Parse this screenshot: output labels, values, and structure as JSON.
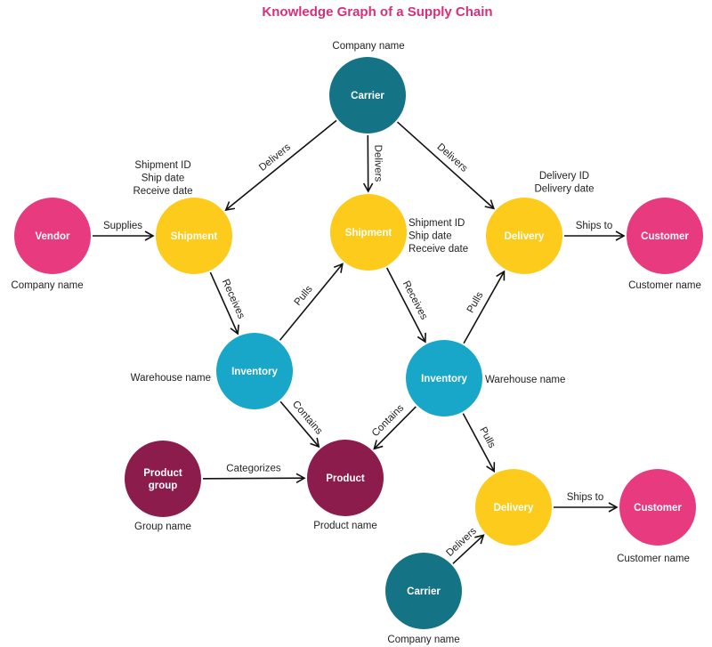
{
  "title": "Knowledge Graph of a Supply Chain",
  "colors": {
    "title": "#d6307a",
    "carrier": "#147385",
    "shipment": "#fdcb1c",
    "delivery": "#fdcb1c",
    "vendor": "#e83a7f",
    "customer": "#e83a7f",
    "inventory": "#19a7c9",
    "product": "#8c1c4c",
    "product_group": "#8c1c4c",
    "edge": "#111111"
  },
  "nodes": [
    {
      "id": "carrier-top",
      "label": [
        "Carrier"
      ],
      "color_key": "carrier"
    },
    {
      "id": "vendor",
      "label": [
        "Vendor"
      ],
      "color_key": "vendor"
    },
    {
      "id": "shipment-left",
      "label": [
        "Shipment"
      ],
      "color_key": "shipment"
    },
    {
      "id": "shipment-mid",
      "label": [
        "Shipment"
      ],
      "color_key": "shipment"
    },
    {
      "id": "delivery-top",
      "label": [
        "Delivery"
      ],
      "color_key": "delivery"
    },
    {
      "id": "customer-top",
      "label": [
        "Customer"
      ],
      "color_key": "customer"
    },
    {
      "id": "inventory-left",
      "label": [
        "Inventory"
      ],
      "color_key": "inventory"
    },
    {
      "id": "inventory-right",
      "label": [
        "Inventory"
      ],
      "color_key": "inventory"
    },
    {
      "id": "product-group",
      "label": [
        "Product",
        "group"
      ],
      "color_key": "product_group"
    },
    {
      "id": "product",
      "label": [
        "Product"
      ],
      "color_key": "product"
    },
    {
      "id": "delivery-bottom",
      "label": [
        "Delivery"
      ],
      "color_key": "delivery"
    },
    {
      "id": "customer-bottom",
      "label": [
        "Customer"
      ],
      "color_key": "customer"
    },
    {
      "id": "carrier-bottom",
      "label": [
        "Carrier"
      ],
      "color_key": "carrier"
    }
  ],
  "attributes": [
    {
      "node": "carrier-top",
      "lines": [
        "Company name"
      ]
    },
    {
      "node": "vendor",
      "lines": [
        "Company name"
      ]
    },
    {
      "node": "shipment-left",
      "lines": [
        "Shipment ID",
        "Ship date",
        "Receive date"
      ]
    },
    {
      "node": "shipment-mid",
      "lines": [
        "Shipment ID",
        "Ship date",
        "Receive date"
      ]
    },
    {
      "node": "delivery-top",
      "lines": [
        "Delivery ID",
        "Delivery date"
      ]
    },
    {
      "node": "customer-top",
      "lines": [
        "Customer name"
      ]
    },
    {
      "node": "inventory-left",
      "lines": [
        "Warehouse name"
      ]
    },
    {
      "node": "inventory-right",
      "lines": [
        "Warehouse name"
      ]
    },
    {
      "node": "product-group",
      "lines": [
        "Group name"
      ]
    },
    {
      "node": "product",
      "lines": [
        "Product name"
      ]
    },
    {
      "node": "customer-bottom",
      "lines": [
        "Customer name"
      ]
    },
    {
      "node": "carrier-bottom",
      "lines": [
        "Company name"
      ]
    }
  ],
  "edges": [
    {
      "from": "carrier-top",
      "to": "shipment-left",
      "label": "Delivers"
    },
    {
      "from": "carrier-top",
      "to": "shipment-mid",
      "label": "Delivers"
    },
    {
      "from": "carrier-top",
      "to": "delivery-top",
      "label": "Delivers"
    },
    {
      "from": "vendor",
      "to": "shipment-left",
      "label": "Supplies"
    },
    {
      "from": "delivery-top",
      "to": "customer-top",
      "label": "Ships to"
    },
    {
      "from": "shipment-left",
      "to": "inventory-left",
      "label": "Receives"
    },
    {
      "from": "inventory-left",
      "to": "shipment-mid",
      "label": "Pulls"
    },
    {
      "from": "shipment-mid",
      "to": "inventory-right",
      "label": "Receives"
    },
    {
      "from": "inventory-right",
      "to": "delivery-top",
      "label": "Pulls"
    },
    {
      "from": "inventory-left",
      "to": "product",
      "label": "Contains"
    },
    {
      "from": "inventory-right",
      "to": "product",
      "label": "Contains"
    },
    {
      "from": "product-group",
      "to": "product",
      "label": "Categorizes"
    },
    {
      "from": "inventory-right",
      "to": "delivery-bottom",
      "label": "Pulls"
    },
    {
      "from": "delivery-bottom",
      "to": "customer-bottom",
      "label": "Ships to"
    },
    {
      "from": "carrier-bottom",
      "to": "delivery-bottom",
      "label": "Delivers"
    }
  ]
}
